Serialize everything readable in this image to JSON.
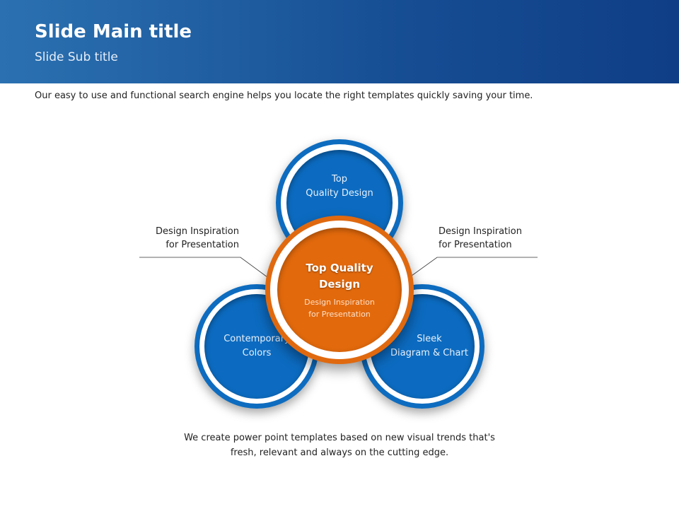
{
  "header": {
    "title": "Slide Main title",
    "subtitle": "Slide Sub title"
  },
  "intro": "Our easy to use and functional search engine helps you locate the right templates quickly saving your time.",
  "diagram": {
    "top": {
      "line1": "Top",
      "line2": "Quality Design"
    },
    "left": {
      "line1": "Contemporary",
      "line2": "Colors"
    },
    "right": {
      "line1": "Sleek",
      "line2": "Diagram & Chart"
    },
    "center": {
      "title1": "Top Quality",
      "title2": "Design",
      "sub1": "Design Inspiration",
      "sub2": "for Presentation"
    },
    "callout_left": {
      "line1": "Design Inspiration",
      "line2": "for Presentation"
    },
    "callout_right": {
      "line1": "Design Inspiration",
      "line2": "for Presentation"
    }
  },
  "footer": {
    "line1": "We create power point templates based on new visual trends that's",
    "line2": "fresh, relevant and always on the cutting edge."
  },
  "colors": {
    "blue": "#0c6bc0",
    "orange": "#e2690c"
  }
}
